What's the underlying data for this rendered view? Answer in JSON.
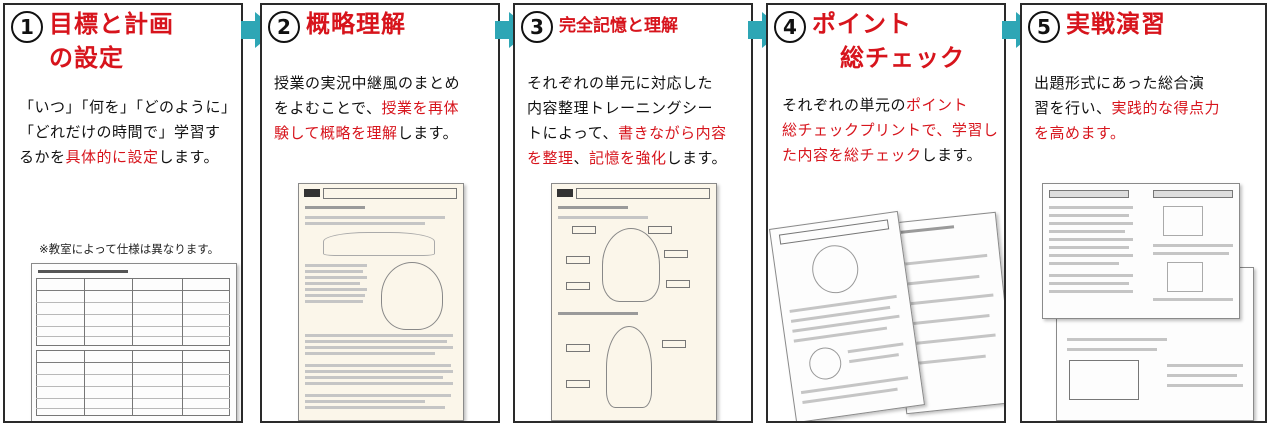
{
  "steps": [
    {
      "num": "1",
      "title_line1": "目標と計画",
      "title_line2": "の設定",
      "body": [
        [
          {
            "t": "「いつ」「何を」「どのように」"
          }
        ],
        [
          {
            "t": "「どれだけの時間で」学習す"
          }
        ],
        [
          {
            "t": "るかを"
          },
          {
            "t": "具体的に設定",
            "red": true
          },
          {
            "t": "します。"
          }
        ]
      ],
      "note": "※教室によって仕様は異なります。"
    },
    {
      "num": "2",
      "title_line1": "概略理解",
      "body": [
        [
          {
            "t": "授業の実況中継風のまとめ"
          }
        ],
        [
          {
            "t": "をよむことで、"
          },
          {
            "t": "授業を再体",
            "red": true
          }
        ],
        [
          {
            "t": "験して概略を理解",
            "red": true
          },
          {
            "t": "します。"
          }
        ]
      ]
    },
    {
      "num": "3",
      "title_line1": "完全記憶と理解",
      "body": [
        [
          {
            "t": "それぞれの単元に対応した"
          }
        ],
        [
          {
            "t": "内容整理トレーニングシー"
          }
        ],
        [
          {
            "t": "トによって、"
          },
          {
            "t": "書きながら内容",
            "red": true
          }
        ],
        [
          {
            "t": "を整理",
            "red": true
          },
          {
            "t": "、"
          },
          {
            "t": "記憶を強化",
            "red": true
          },
          {
            "t": "します。"
          }
        ]
      ]
    },
    {
      "num": "4",
      "title_line1": "ポイント",
      "title_line2": "総チェック",
      "body": [
        [
          {
            "t": "それぞれの単元の"
          },
          {
            "t": "ポイント",
            "red": true
          }
        ],
        [
          {
            "t": "総チェックプリントで、学習し",
            "red": true
          }
        ],
        [
          {
            "t": "た内容を総チェック",
            "red": true
          },
          {
            "t": "します。"
          }
        ]
      ]
    },
    {
      "num": "5",
      "title_line1": "実戦演習",
      "body": [
        [
          {
            "t": "出題形式にあった総合演"
          }
        ],
        [
          {
            "t": "習を行い、"
          },
          {
            "t": "実践的な得点力",
            "red": true
          }
        ],
        [
          {
            "t": "を高めます。",
            "red": true
          }
        ]
      ]
    }
  ],
  "colors": {
    "accent_red": "#d7141c",
    "arrow_teal": "#2ea6b5",
    "border": "#2a2a2a",
    "sheet": "#fbf6ea"
  },
  "icons": [
    "arrow-right-icon"
  ]
}
